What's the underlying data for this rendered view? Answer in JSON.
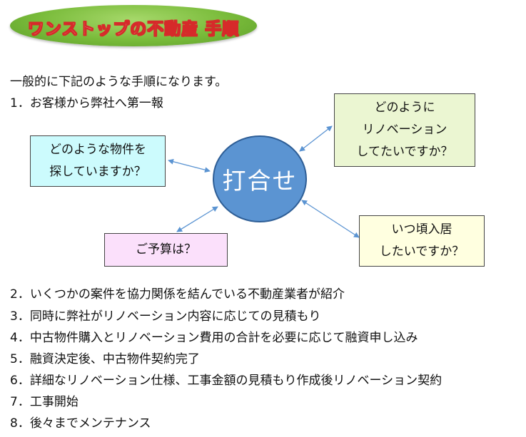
{
  "title": "ワンストップの不動産 手順",
  "intro": "一般的に下記のような手順になります。",
  "steps_top": [
    "1．お客様から弊社へ第一報"
  ],
  "diagram": {
    "center": "打合せ",
    "box_property": "どのような物件を\n探していますか？",
    "box_renovation": "どのように\nリノベーション\nしてたいですか？",
    "box_movein": "いつ頃入居\nしたいですか？",
    "box_budget": "ご予算は？"
  },
  "steps_bottom": [
    "2．いくつかの案件を協力関係を結んでいる不動産業者が紹介",
    "3．同時に弊社がリノベーション内容に応じての見積もり",
    "4．中古物件購入とリノベーション費用の合計を必要に応じて融資申し込み",
    "5．融資決定後、中古物件契約完了",
    "6．詳細なリノベーション仕様、工事金額の見積もり作成後リノベーション契約",
    "7．工事開始",
    "8．後々までメンテナンス"
  ],
  "colors": {
    "title_green": "#79bb3a",
    "title_text_outline": "#d62a2a",
    "circle_blue": "#5b94d2",
    "arrow": "#5b94d2",
    "box_property": "#ccfbfd",
    "box_renovation": "#ebf6d2",
    "box_movein": "#ffffe0",
    "box_budget": "#fbe0fb"
  }
}
